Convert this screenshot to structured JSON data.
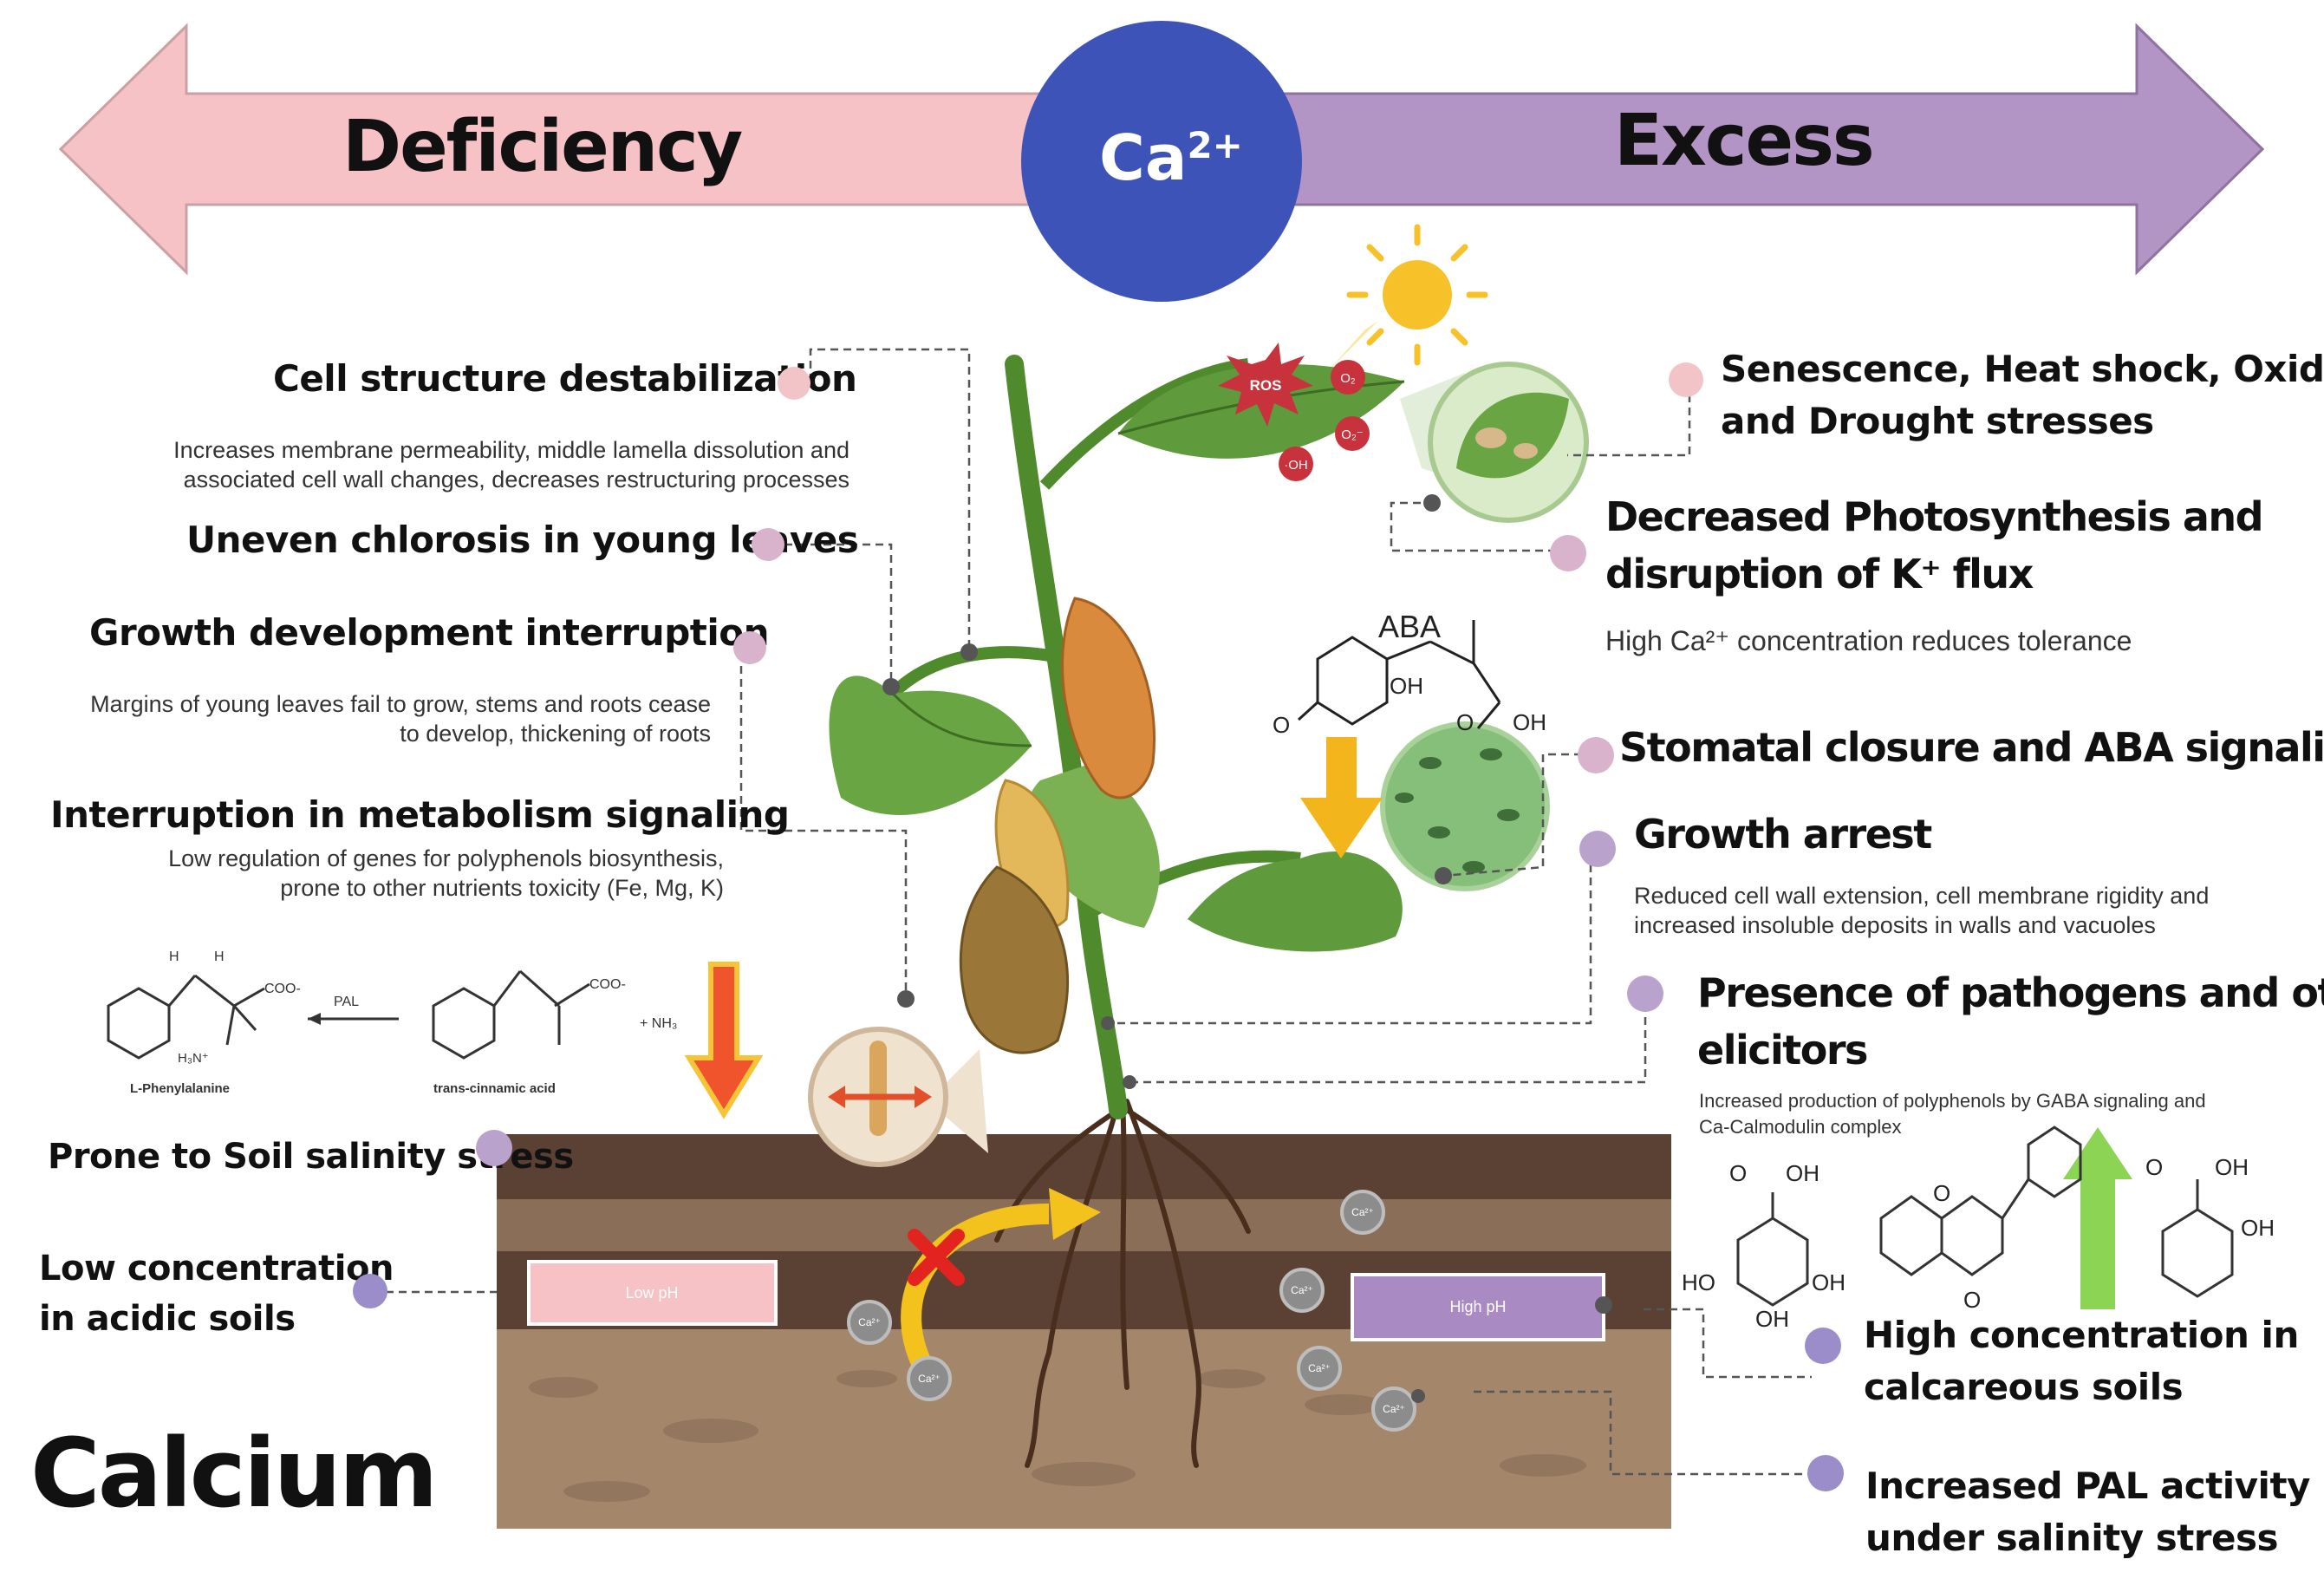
{
  "header": {
    "left_label": "Deficiency",
    "right_label": "Excess",
    "center_label": "Ca",
    "center_superscript": "2+"
  },
  "title": "Calcium",
  "deficiency": {
    "cell_structure": {
      "heading": "Cell structure destabilization",
      "text_line1": "Increases membrane permeability, middle lamella dissolution and",
      "text_line2": "associated cell wall changes, decreases restructuring processes"
    },
    "chlorosis": {
      "heading": "Uneven chlorosis in young leaves"
    },
    "growth": {
      "heading": "Growth development interruption",
      "text_line1": "Margins of young leaves fail to grow, stems and roots cease",
      "text_line2": "to develop, thickening of roots"
    },
    "metabolism": {
      "heading": "Interruption in metabolism signaling",
      "text_line1": "Low regulation of genes for polyphenols biosynthesis,",
      "text_line2": "prone to other nutrients toxicity (Fe, Mg, K)"
    },
    "salinity": {
      "heading": "Prone to Soil salinity stress"
    },
    "acidic": {
      "heading_line1": "Low concentration",
      "heading_line2": "in acidic soils"
    }
  },
  "excess": {
    "senescence": {
      "heading_line1": "Senescence, Heat shock, Oxidative",
      "heading_line2": "and Drought stresses"
    },
    "photosynthesis": {
      "heading_line1": "Decreased Photosynthesis and",
      "heading_line2": "disruption of K⁺ flux",
      "text": "High Ca²⁺ concentration reduces tolerance"
    },
    "stomatal": {
      "heading": "Stomatal closure and ABA signaling"
    },
    "growth_arrest": {
      "heading": "Growth arrest",
      "text_line1": "Reduced cell wall extension, cell membrane rigidity and",
      "text_line2": "increased insoluble deposits  in walls and vacuoles"
    },
    "pathogens": {
      "heading_line1": "Presence of pathogens and other",
      "heading_line2": "elicitors",
      "text_line1": "Increased production of polyphenols by GABA signaling and",
      "text_line2": "Ca-Calmodulin complex"
    },
    "calcareous": {
      "heading_line1": "High concentration in",
      "heading_line2": "calcareous soils"
    },
    "pal": {
      "heading_line1": "Increased PAL activity",
      "heading_line2": "under salinity stress"
    }
  },
  "chemistry": {
    "aba_label": "ABA",
    "aba_oh": "OH",
    "aba_o": "O",
    "aba_cooh": "OH",
    "pal_arrow_label": "PAL",
    "phenylalanine_label": "L-Phenylalanine",
    "cinnamic_label": "trans-cinnamic acid",
    "coo_1": "COO-",
    "coo_2": "COO-",
    "nh3_1": "H₃N⁺",
    "nh3_2": "+ NH₃",
    "h_1": "H",
    "h_2": "H",
    "gallic_oh_top": "OH",
    "gallic_ho_left": "HO",
    "gallic_oh_right": "OH",
    "gallic_oh_bottom": "OH",
    "gallic_o": "O",
    "flavone_o_ring": "O",
    "flavone_o_keto": "O",
    "salicylic_o": "O",
    "salicylic_oh_top": "OH",
    "salicylic_oh_ring": "OH"
  },
  "leaf_labels": {
    "ros": "ROS",
    "o2": "O₂",
    "o2_minus": "O₂⁻",
    "oh": "·OH"
  },
  "soil": {
    "low_ph": "Low pH",
    "high_ph": "High pH",
    "ion": "Ca²⁺"
  },
  "colors": {
    "deficiency_arrow": "#f6c2c6",
    "excess_arrow": "#b395c5",
    "ca_circle": "#3e53b8",
    "dot_pink": "#f2c4c8",
    "dot_lavender": "#9b8dc9",
    "leaf_green": "#5f9a3c",
    "soil_dark": "#5b4133",
    "soil_light": "#8b6e58",
    "pod_orange": "#d98a3d"
  },
  "icons": [
    "sun-icon",
    "ros-burst-icon",
    "yellow-arrow-icon",
    "red-x-icon",
    "green-up-arrow-icon",
    "orange-down-arrow-icon",
    "curved-yellow-arrow-icon"
  ]
}
